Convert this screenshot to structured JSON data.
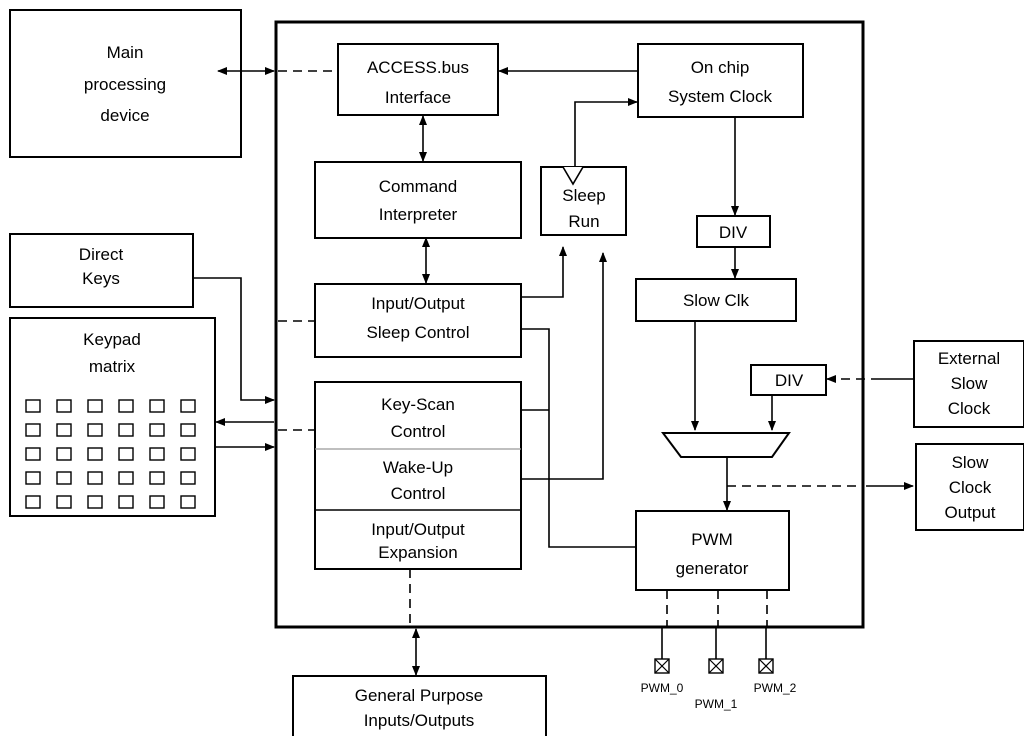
{
  "main_processing_device": [
    "Main",
    "processing",
    "device"
  ],
  "access_bus": [
    "ACCESS.bus",
    "Interface"
  ],
  "system_clock": [
    "On chip",
    "System Clock"
  ],
  "command_interpreter": [
    "Command",
    "Interpreter"
  ],
  "sleep_run": [
    "Sleep",
    "Run"
  ],
  "div_top": "DIV",
  "direct_keys": [
    "Direct",
    "Keys"
  ],
  "io_sleep": [
    "Input/Output",
    "Sleep Control"
  ],
  "slow_clk": "Slow Clk",
  "keypad": [
    "Keypad",
    "matrix"
  ],
  "keyscan": [
    "Key-Scan",
    "Control"
  ],
  "wakeup": [
    "Wake-Up",
    "Control"
  ],
  "io_expansion": [
    "Input/Output",
    "Expansion"
  ],
  "div_ext": "DIV",
  "external_slow_clock": [
    "External",
    "Slow",
    "Clock"
  ],
  "slow_clock_output": [
    "Slow",
    "Clock",
    "Output"
  ],
  "pwm_generator": [
    "PWM",
    "generator"
  ],
  "pwm_pins": [
    "PWM_0",
    "PWM_1",
    "PWM_2"
  ],
  "gpio": [
    "General Purpose",
    "Inputs/Outputs"
  ]
}
